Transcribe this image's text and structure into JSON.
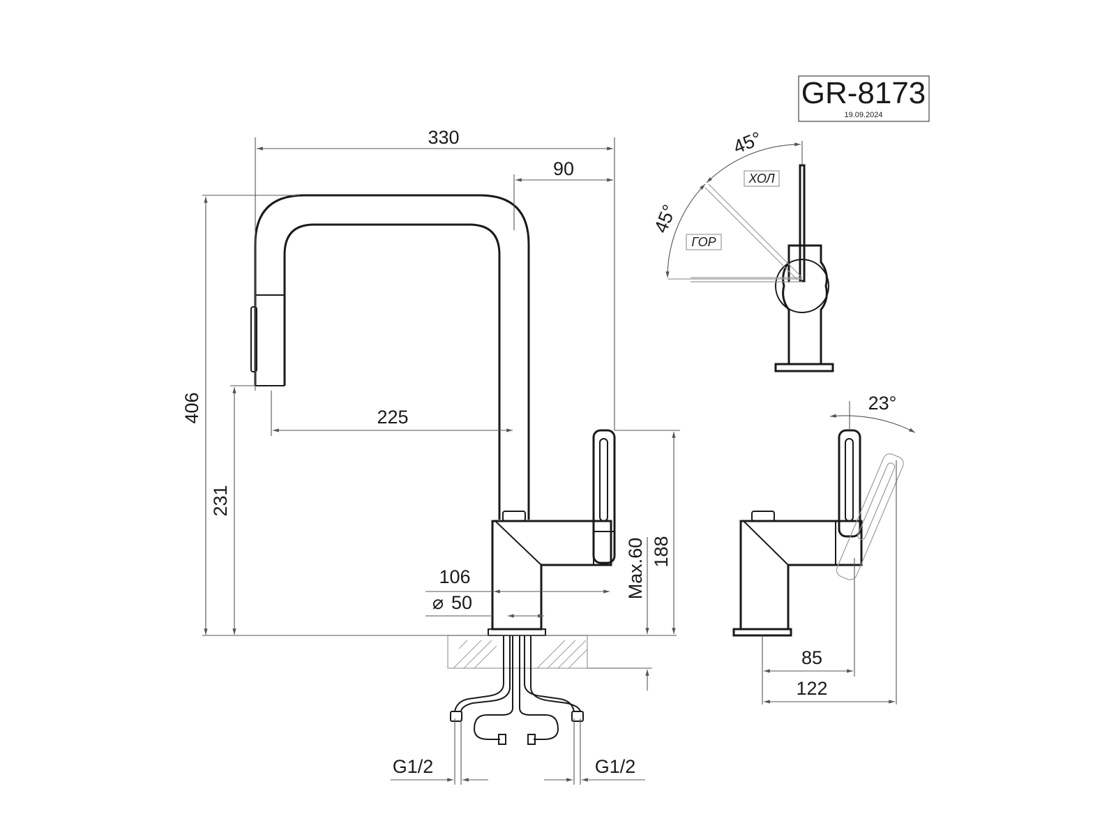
{
  "title_block": {
    "model": "GR-8173",
    "date": "19.09.2024"
  },
  "front_view": {
    "dimensions": {
      "total_width": "330",
      "spout_offset": "90",
      "spout_reach": "225",
      "total_height": "406",
      "spout_outlet_height": "231",
      "body_width": "106",
      "base_diameter": "50",
      "base_diameter_symbol": "⌀",
      "lever_height": "188",
      "max_counter_thickness": "Max.60",
      "left_connection": "G1/2",
      "right_connection": "G1/2"
    }
  },
  "top_view": {
    "angle_cold": "45°",
    "angle_hot": "45°",
    "label_cold": "ХОЛ",
    "label_hot": "ГОР"
  },
  "side_view": {
    "lever_angle": "23°",
    "base_depth": "85",
    "total_depth": "122"
  }
}
